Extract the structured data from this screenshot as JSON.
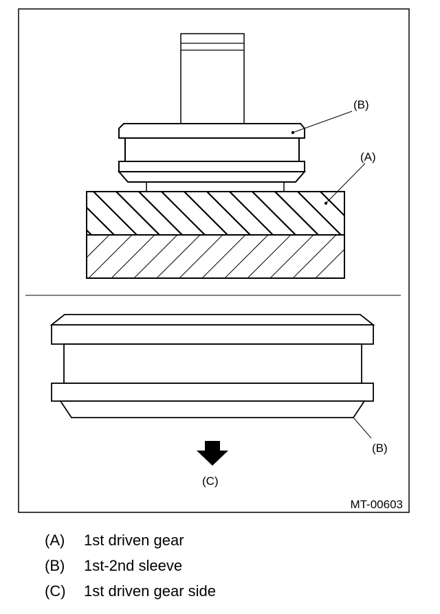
{
  "callouts": {
    "a": "(A)",
    "b_upper": "(B)",
    "b_lower": "(B)",
    "c": "(C)"
  },
  "figure_code": "MT-00603",
  "legend": [
    {
      "key": "(A)",
      "text": "1st driven gear"
    },
    {
      "key": "(B)",
      "text": "1st-2nd sleeve"
    },
    {
      "key": "(C)",
      "text": "1st driven gear side"
    }
  ]
}
